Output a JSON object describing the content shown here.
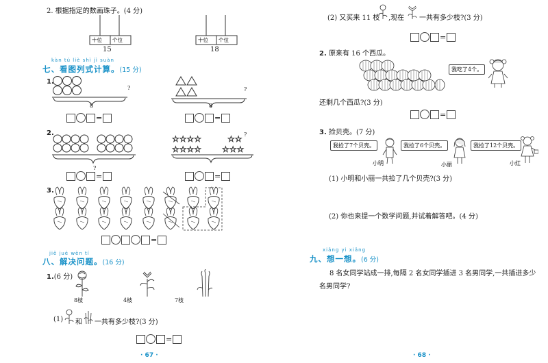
{
  "left": {
    "q2_abacus": {
      "text": "2. 根据指定的数画珠子。(4 分)",
      "tens": "十位",
      "ones": "个位",
      "num1": "15",
      "num2": "18"
    },
    "sec7": {
      "pinyin": "kàn tú liè shì jì suàn",
      "title": "七、看图列式计算。",
      "points": "(15 分)"
    },
    "q1_label": "1.",
    "q2_label": "2.",
    "q3_label": "3.",
    "q1a_total": "8",
    "q1a_question": "?",
    "q1b_total": "8",
    "q1b_question": "?",
    "q2a_question": "?",
    "q2b_question": "?",
    "sec8": {
      "pinyin": "jiě jué wèn tí",
      "title": "八、解决问题。",
      "points": "(16 分)"
    },
    "s8q1": {
      "label": "1.",
      "points": "(6 分)",
      "flower1": "8枝",
      "flower2": "4枝",
      "flower3": "7枝",
      "sub_prefix": "(1)",
      "and_word": "和",
      "sub_suffix": "一共有多少枝?(3 分)"
    },
    "page_num": "· 67 ·"
  },
  "right": {
    "q1_2": {
      "prefix": "(2) 又买来 11 枝",
      "mid": ",现在",
      "suffix": "一共有多少枝?(3 分)"
    },
    "q2": {
      "label": "2.",
      "text": "原来有 16 个西瓜。",
      "bubble": "我吃了4个。",
      "after": "还剩几个西瓜?(3 分)"
    },
    "q3": {
      "label": "3.",
      "text": "捡贝壳。(7 分)",
      "bubble1": "我捡了7个贝壳。",
      "bubble2": "我捡了6个贝壳。",
      "bubble3": "我捡了12个贝壳。",
      "name1": "小明",
      "name2": "小丽",
      "name3": "小红",
      "sub1": "(1) 小明和小丽一共捡了几个贝壳?(3 分)",
      "sub2": "(2) 你也来提一个数学问题,并试着解答吧。(4 分)"
    },
    "sec9": {
      "pinyin": "xiǎng yi xiǎng",
      "title": "九、想一想。",
      "points": "(6 分)",
      "line1": "8 名女同学站成一排,每隔 2 名女同学插进 3 名男同学,一共插进多少",
      "line2": "名男同学?"
    },
    "page_num": "· 68 ·"
  },
  "colors": {
    "accent": "#1a92c8",
    "ink": "#222222"
  }
}
